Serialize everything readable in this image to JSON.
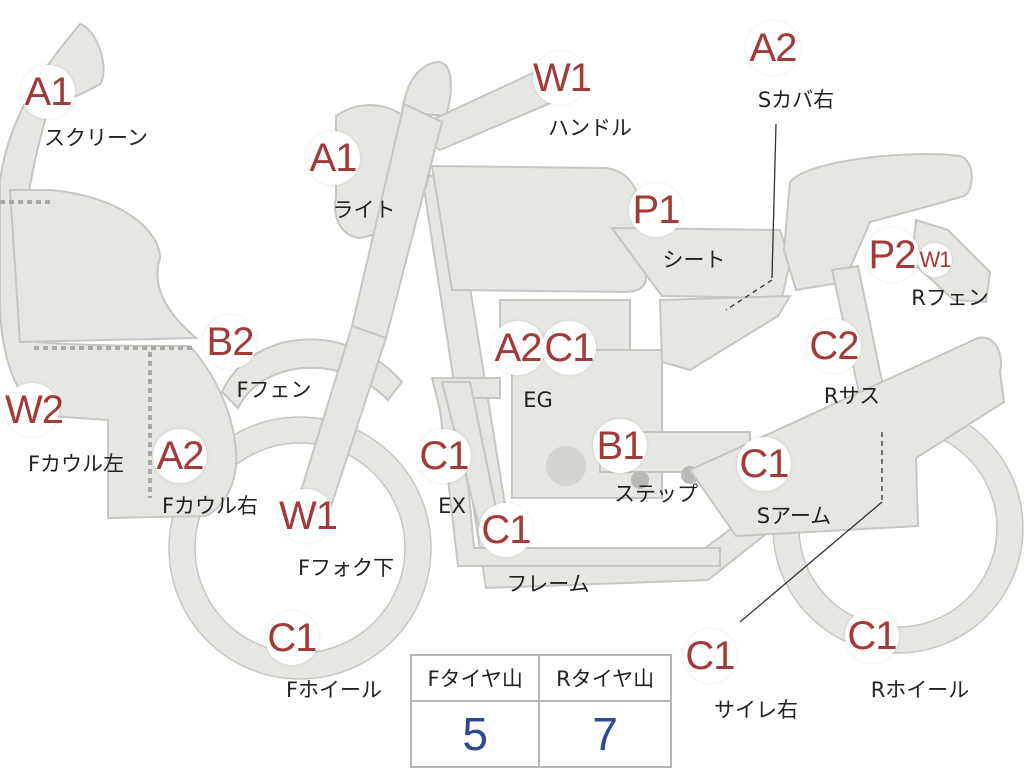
{
  "parts": {
    "screen": {
      "code": "A1",
      "name": "スクリーン"
    },
    "light": {
      "code": "A1",
      "name": "ライト"
    },
    "handle": {
      "code": "W1",
      "name": "ハンドル"
    },
    "side_cover_r": {
      "code": "A2",
      "name": "Sカバ右"
    },
    "seat": {
      "code": "P1",
      "name": "シート"
    },
    "rear_fender": {
      "code": "P2",
      "code2": "W1",
      "name": "Rフェン"
    },
    "front_fender": {
      "code": "B2",
      "name": "Fフェン"
    },
    "engine": {
      "code": "A2",
      "code2": "C1",
      "name": "EG"
    },
    "rear_suspension": {
      "code": "C2",
      "name": "Rサス"
    },
    "front_cowl_left": {
      "code": "W2",
      "name": "Fカウル左"
    },
    "front_cowl_right": {
      "code": "A2",
      "name": "Fカウル右"
    },
    "exhaust": {
      "code": "C1",
      "name": "EX"
    },
    "step": {
      "code": "B1",
      "name": "ステップ"
    },
    "swing_arm": {
      "code": "C1",
      "name": "Sアーム"
    },
    "front_fork_lower": {
      "code": "W1",
      "name": "Fフォク下"
    },
    "frame": {
      "code": "C1",
      "name": "フレーム"
    },
    "front_wheel": {
      "code": "C1",
      "name": "Fホイール"
    },
    "silencer_right": {
      "code": "C1",
      "name": "サイレ右"
    },
    "rear_wheel": {
      "code": "C1",
      "name": "Rホイール"
    }
  },
  "tire_table": {
    "front_header": "Fタイヤ山",
    "rear_header": "Rタイヤ山",
    "front_value": "5",
    "rear_value": "7"
  },
  "colors": {
    "code_text": "#a33a3a",
    "part_fill": "#e6e6e3",
    "tire_value_text": "#2e4a8c"
  }
}
